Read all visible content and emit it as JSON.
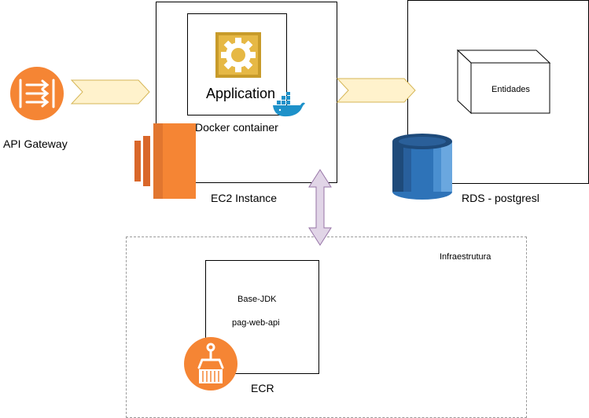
{
  "nodes": {
    "api_gateway": "API Gateway",
    "application": "Application",
    "docker_container": "Docker container",
    "ec2_instance": "EC2 Instance",
    "entidades": "Entidades",
    "rds": "RDS - postgresl",
    "infraestrutura": "Infraestrutura",
    "base_jdk": "Base-JDK",
    "pag_web_api": "pag-web-api",
    "ecr": "ECR"
  },
  "colors": {
    "aws_orange": "#f58534",
    "aws_orange_dark": "#d9672a",
    "rds_blue": "#2e73b8",
    "rds_dark": "#1e4a7a",
    "app_gold": "#c89b2a",
    "docker_blue": "#1d91c9",
    "flow_arrow_fill": "#fff2cc",
    "flow_arrow_stroke": "#d6b656",
    "link_arrow_fill": "#e1d5e7",
    "link_arrow_stroke": "#9673a6"
  },
  "icons": [
    "api-gateway-icon",
    "application-gear-icon",
    "docker-icon",
    "ec2-icon",
    "entity-cube-icon",
    "rds-icon",
    "ecr-icon"
  ]
}
